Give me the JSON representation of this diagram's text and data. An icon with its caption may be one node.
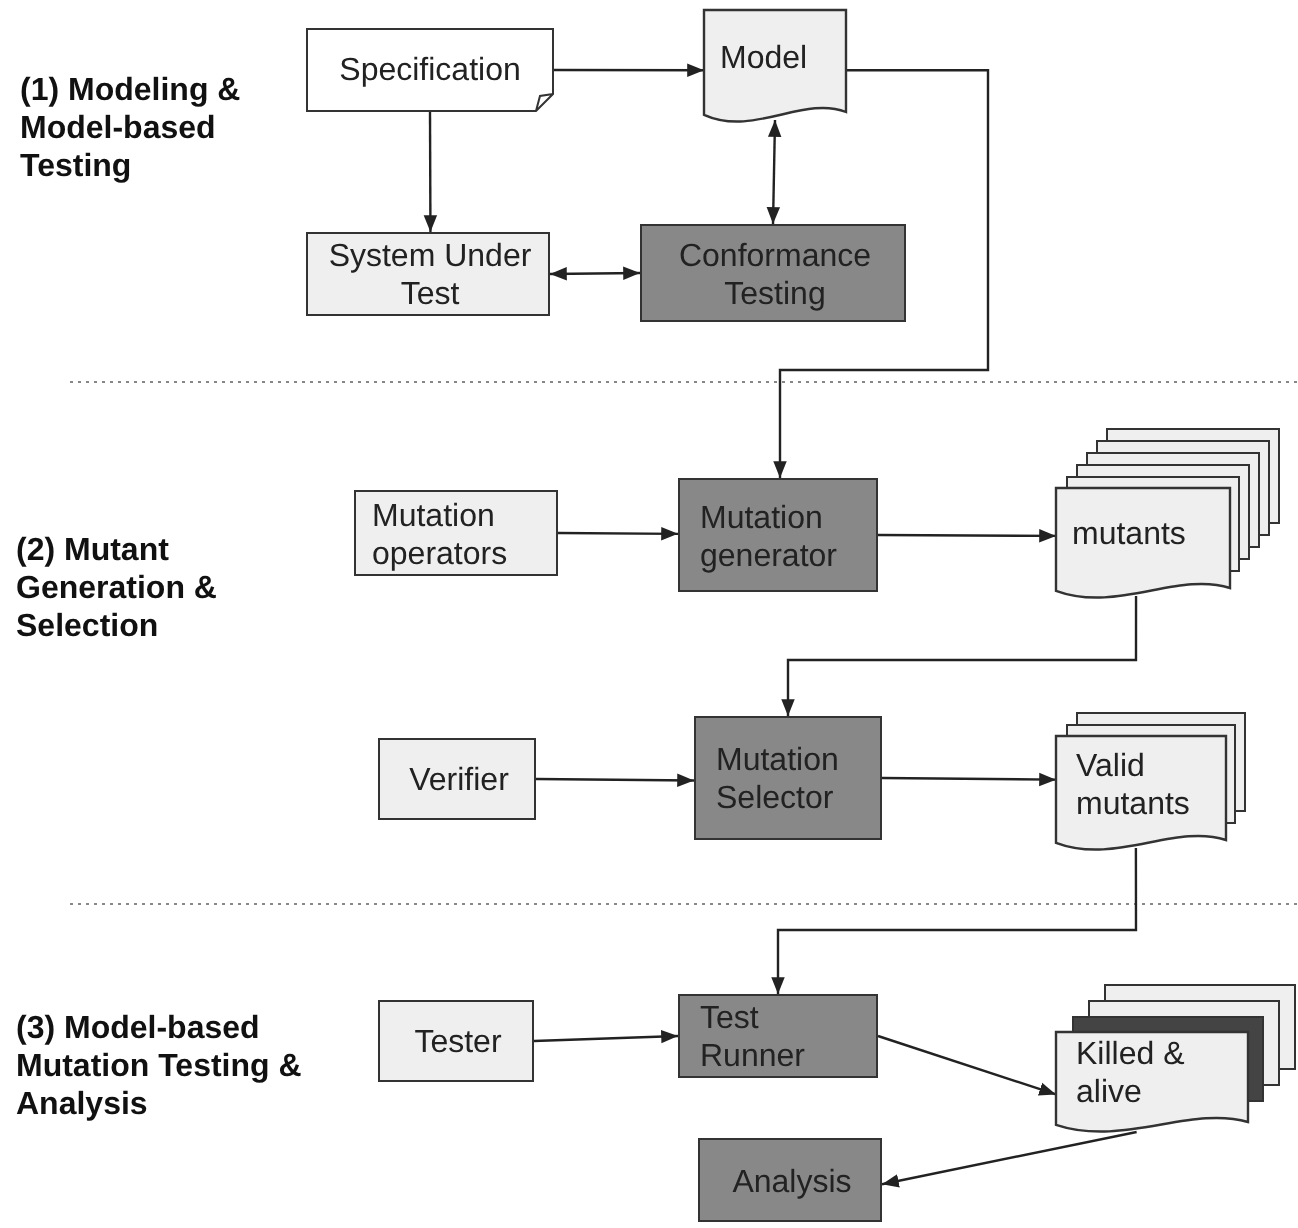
{
  "diagram": {
    "nodes": [
      {
        "text": [
          "Specification"
        ]
      },
      {
        "text": [
          "Model"
        ]
      },
      {
        "text": [
          "System Under Test"
        ]
      },
      {
        "text": [
          "Conformance Testing"
        ]
      },
      {
        "text": [
          "Mutation operators"
        ]
      },
      {
        "text": [
          "Mutation generator"
        ]
      },
      {
        "text": [
          "mutants"
        ]
      },
      {
        "text": [
          "Verifier"
        ]
      },
      {
        "text": [
          "Mutation Selector"
        ]
      },
      {
        "text": [
          "Valid mutants"
        ]
      },
      {
        "text": [
          "Tester"
        ]
      },
      {
        "text": [
          "Test Runner"
        ]
      },
      {
        "text": [
          "Killed & alive"
        ]
      },
      {
        "text": [
          "Analysis"
        ]
      }
    ],
    "edges": [
      {
        "from": 0,
        "to": 1,
        "arrow": "to"
      },
      {
        "from": 0,
        "to": 2,
        "arrow": "to"
      },
      {
        "from": 1,
        "to": 3,
        "arrow": "both"
      },
      {
        "from": 2,
        "to": 3,
        "arrow": "both"
      },
      {
        "from": 1,
        "to": 5,
        "arrow": "to"
      },
      {
        "from": 4,
        "to": 5,
        "arrow": "to"
      },
      {
        "from": 5,
        "to": 6,
        "arrow": "to"
      },
      {
        "from": 6,
        "to": 8,
        "arrow": "to"
      },
      {
        "from": 7,
        "to": 8,
        "arrow": "to"
      },
      {
        "from": 8,
        "to": 9,
        "arrow": "to"
      },
      {
        "from": 9,
        "to": 11,
        "arrow": "to"
      },
      {
        "from": 10,
        "to": 11,
        "arrow": "to"
      },
      {
        "from": 11,
        "to": 12,
        "arrow": "to"
      },
      {
        "from": 12,
        "to": 13,
        "arrow": "to"
      }
    ],
    "labels": [
      "(1) Modeling & Model-based Testing",
      "(2) Mutant Generation & Selection",
      "(3) Model-based Mutation Testing & Analysis"
    ]
  }
}
